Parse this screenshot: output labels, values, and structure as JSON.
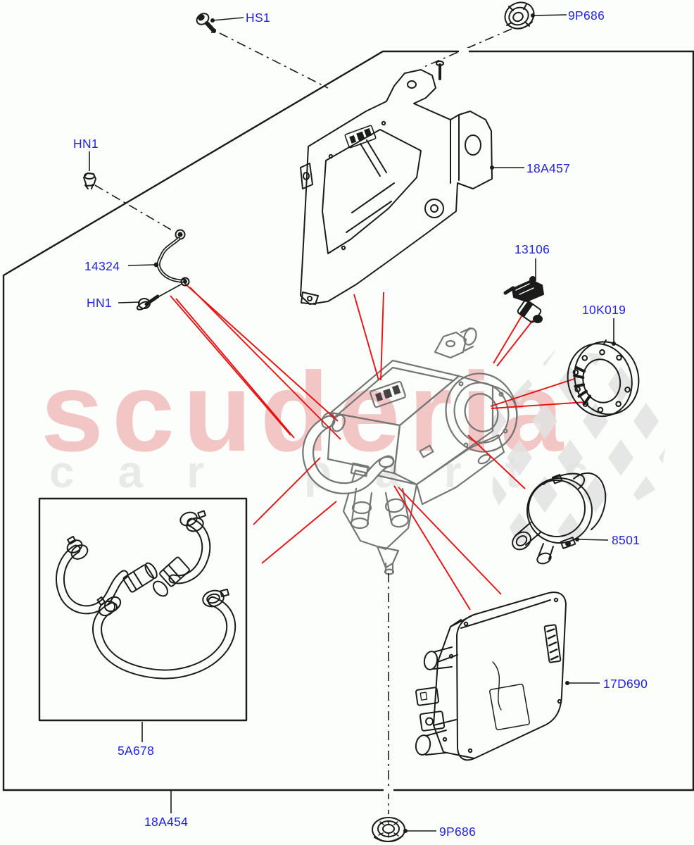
{
  "watermark": {
    "brand": "scuderia",
    "tagline": "car parts",
    "brand_color": "#f3c6c6",
    "tagline_color": "#e9e9e9"
  },
  "diagram": {
    "description": "Exploded parts diagram: auxiliary coolant heater assembly with bracket, hoses, pump and control module",
    "background_color": "#fcfefb",
    "part_line_color": "#1b1b1b",
    "assembly_line_color": "#767676",
    "callout_line_color": "#e81111",
    "label_color": "#2222dd",
    "parts": [
      {
        "id": "hs1-screw",
        "label": "HS1"
      },
      {
        "id": "grommet-top",
        "label": "9P686"
      },
      {
        "id": "nut-upper",
        "label": "HN1"
      },
      {
        "id": "mounting-bracket",
        "label": "18A457"
      },
      {
        "id": "ground-strap",
        "label": "14324"
      },
      {
        "id": "nut-lower",
        "label": "HN1"
      },
      {
        "id": "sensor",
        "label": "13106"
      },
      {
        "id": "seal-ring",
        "label": "10K019"
      },
      {
        "id": "auxiliary-pump",
        "label": "8501"
      },
      {
        "id": "control-module",
        "label": "17D690"
      },
      {
        "id": "hose-kit",
        "label": "5A678"
      },
      {
        "id": "heater-assembly",
        "label": "18A454"
      },
      {
        "id": "grommet-bottom",
        "label": "9P686"
      }
    ]
  }
}
